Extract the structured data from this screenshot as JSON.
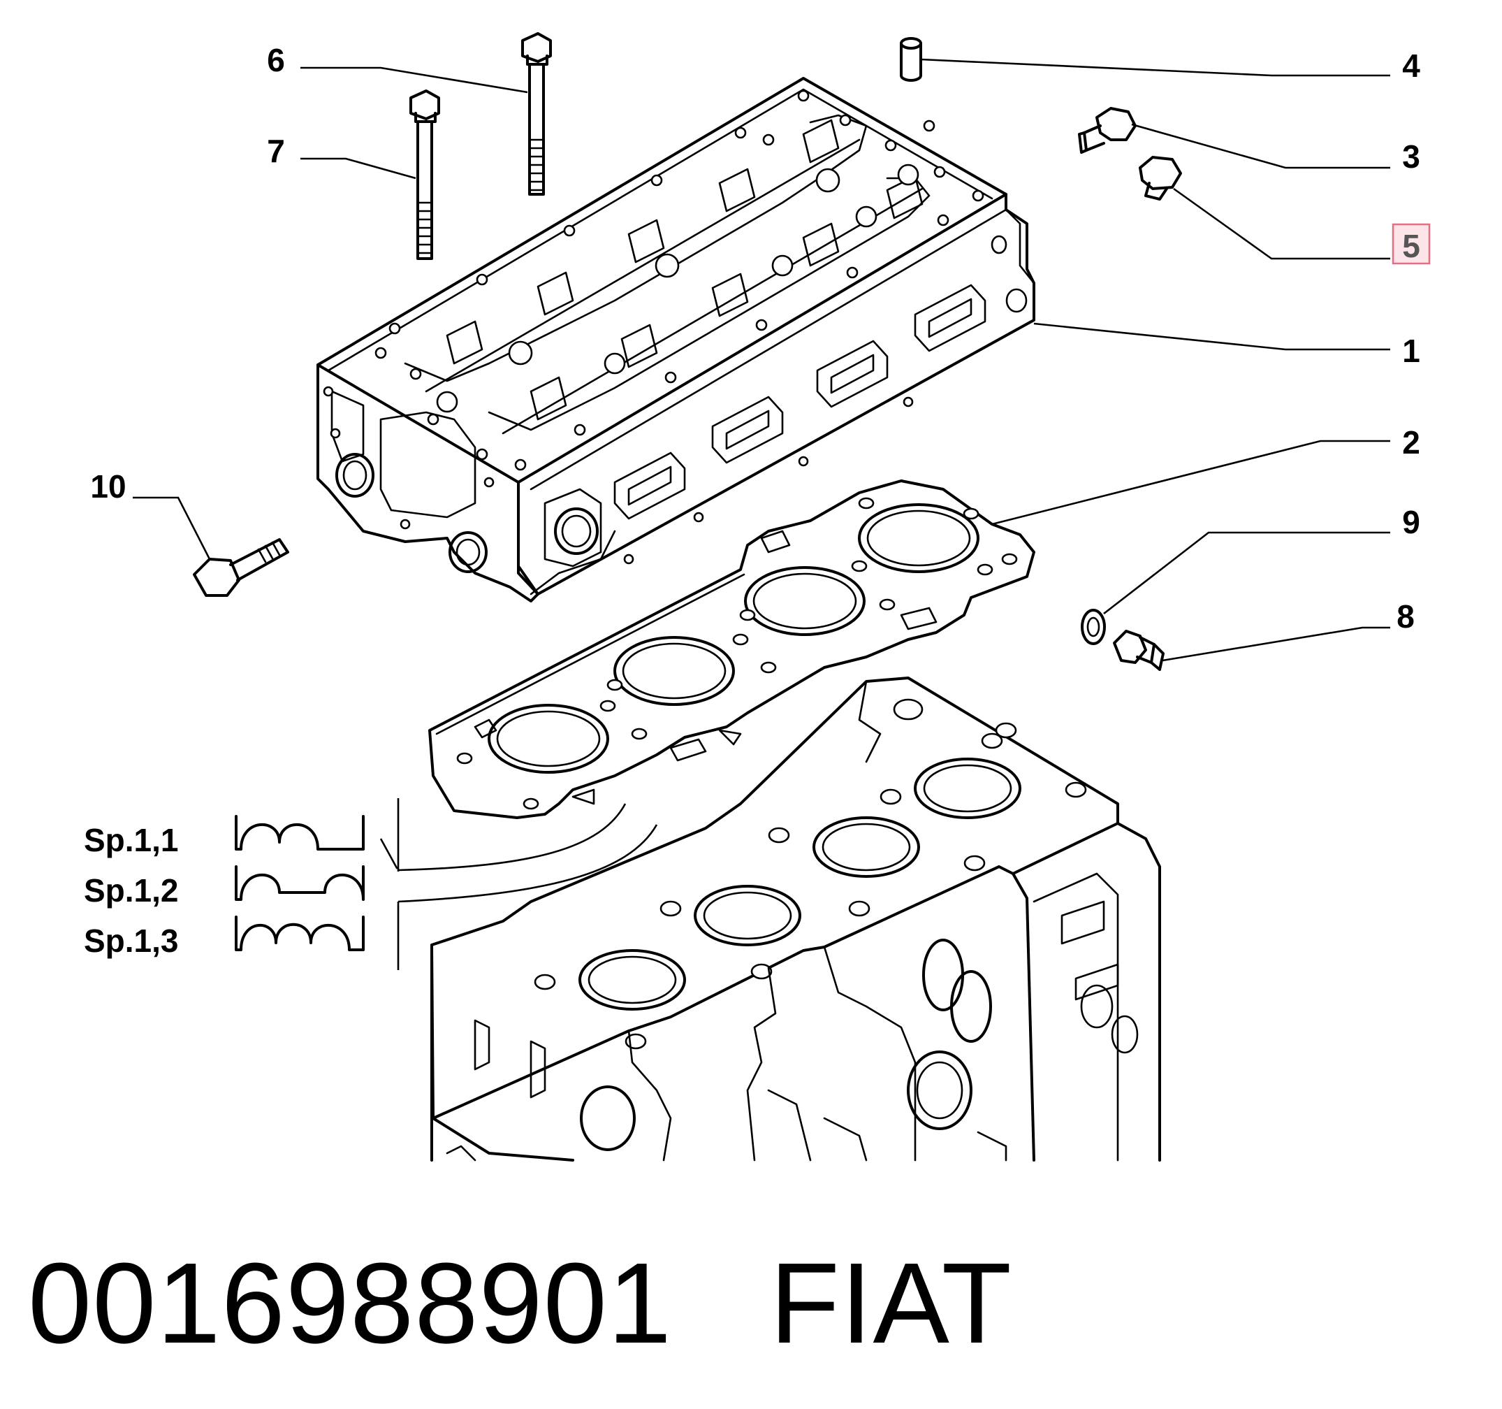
{
  "callouts": [
    {
      "id": "1",
      "label": "1",
      "highlighted": false
    },
    {
      "id": "2",
      "label": "2",
      "highlighted": false
    },
    {
      "id": "3",
      "label": "3",
      "highlighted": false
    },
    {
      "id": "4",
      "label": "4",
      "highlighted": false
    },
    {
      "id": "5",
      "label": "5",
      "highlighted": true
    },
    {
      "id": "6",
      "label": "6",
      "highlighted": false
    },
    {
      "id": "7",
      "label": "7",
      "highlighted": false
    },
    {
      "id": "8",
      "label": "8",
      "highlighted": false
    },
    {
      "id": "9",
      "label": "9",
      "highlighted": false
    },
    {
      "id": "10",
      "label": "10",
      "highlighted": false
    }
  ],
  "gasket_legend": [
    {
      "label": "Sp.1,1",
      "notches": 1
    },
    {
      "label": "Sp.1,2",
      "notches": 2
    },
    {
      "label": "Sp.1,3",
      "notches": 3
    }
  ],
  "caption": {
    "part_number": "0016988901",
    "brand": "FIAT"
  },
  "colors": {
    "line": "#000000",
    "highlight_fill": "#fde4e8",
    "highlight_border": "#e46e82",
    "highlight_text": "#555555"
  }
}
